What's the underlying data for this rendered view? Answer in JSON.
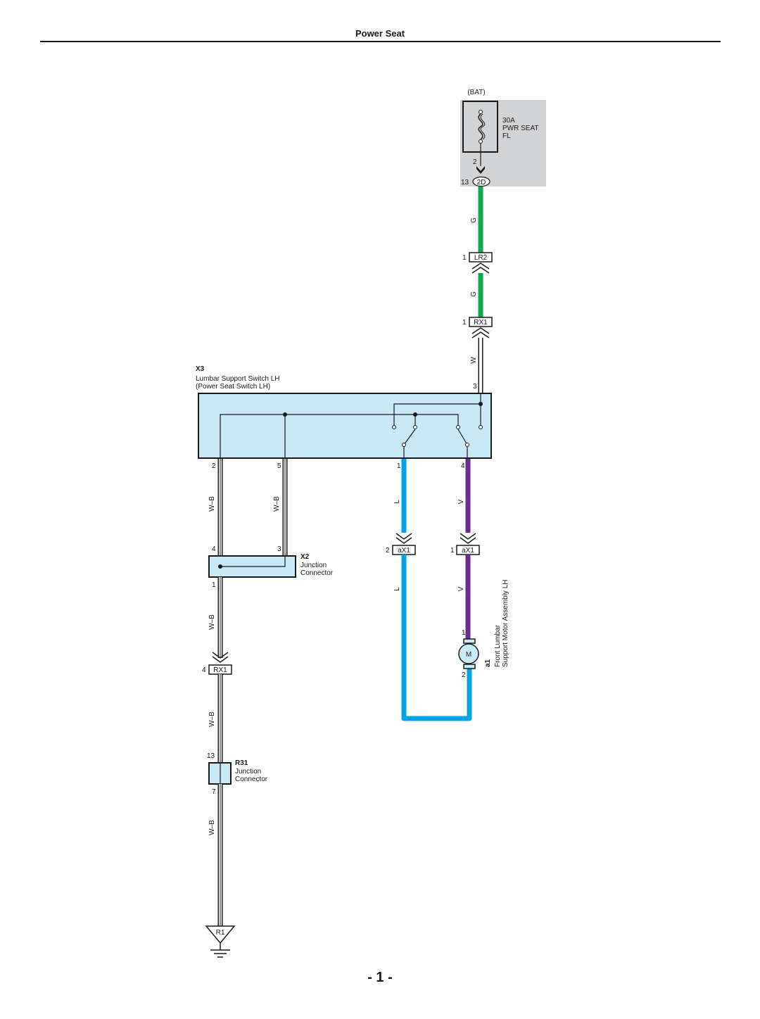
{
  "header": {
    "title": "Power Seat"
  },
  "page_number": "- 1 -",
  "colors": {
    "wire_green": "#0bab4b",
    "wire_blue": "#00a3e6",
    "wire_violet": "#6c2a8e",
    "component_fill": "#c9e9f7",
    "relay_box_fill": "#d2d3d5"
  },
  "fuse_box": {
    "source": "(BAT)",
    "rating": "30A",
    "name_line1": "PWR SEAT",
    "name_line2": "FL",
    "pin_out": "2",
    "connector": "2D",
    "connector_pin": "13"
  },
  "wires": {
    "g_upper": "G",
    "g_lower": "G",
    "w": "W",
    "wb_2": "W–B",
    "wb_5": "W–B",
    "wb_x2": "W–B",
    "wb_rx1": "W–B",
    "wb_r31": "W–B",
    "l_upper": "L",
    "v_upper": "V",
    "l_lower": "L",
    "v_lower": "V"
  },
  "connectors": {
    "lr2": {
      "label": "LR2",
      "pin": "1"
    },
    "rx1_top": {
      "label": "RX1",
      "pin": "1"
    },
    "rx1_bottom": {
      "label": "RX1",
      "pin": "4"
    },
    "ax1_left": {
      "label": "aX1",
      "pin": "2"
    },
    "ax1_right": {
      "label": "aX1",
      "pin": "1"
    }
  },
  "switch": {
    "code": "X3",
    "name": "Lumbar Support Switch LH",
    "sub": "(Power Seat Switch LH)",
    "pin_top": "3",
    "pin_2": "2",
    "pin_5": "5",
    "pin_1": "1",
    "pin_4": "4"
  },
  "x2": {
    "code": "X2",
    "line1": "Junction",
    "line2": "Connector",
    "pin_4": "4",
    "pin_3": "3",
    "pin_1": "1"
  },
  "r31": {
    "code": "R31",
    "line1": "Junction",
    "line2": "Connector",
    "pin_13": "13",
    "pin_7": "7"
  },
  "motor": {
    "symbol": "M",
    "code": "a1",
    "line1": "Front Lumbar",
    "line2": "Support Motor Assembly LH",
    "pin_1": "1",
    "pin_2": "2"
  },
  "ground": {
    "label": "R1"
  }
}
